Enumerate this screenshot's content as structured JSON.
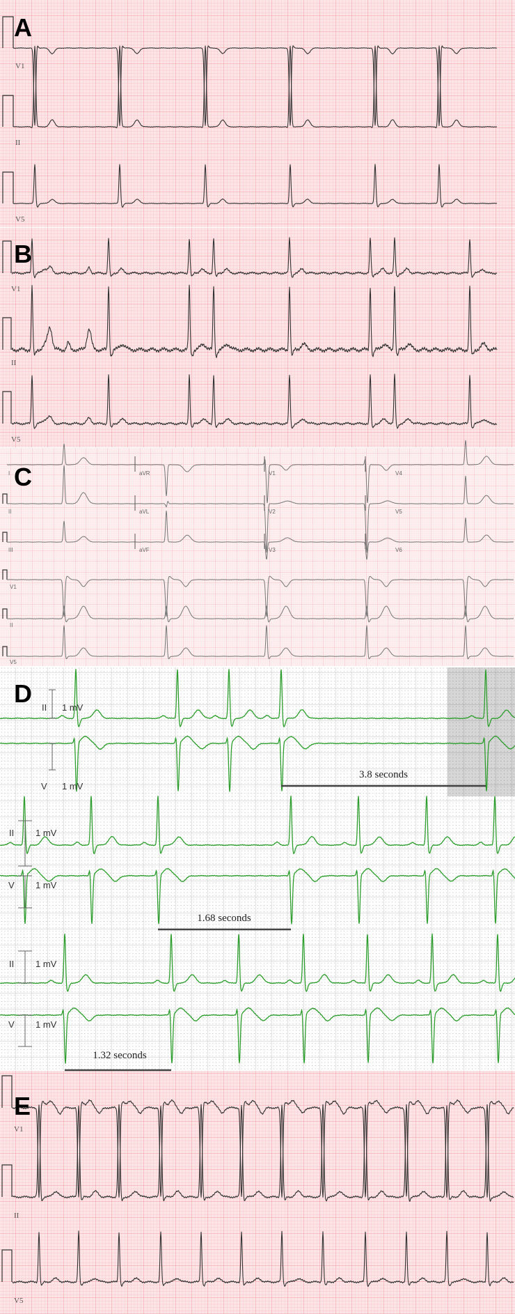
{
  "colors": {
    "ecg_paper": "#fde4e6",
    "grid_major": "#f39aa2",
    "trace": "#333333",
    "monitor_trace": "#2e9e2e"
  },
  "panels": {
    "A": {
      "letter": "A",
      "leads": [
        "V1",
        "II",
        "V5"
      ]
    },
    "B": {
      "letter": "B",
      "leads": [
        "V1",
        "II",
        "V5"
      ]
    },
    "C": {
      "letter": "C",
      "leads_12": [
        "I",
        "aVR",
        "V1",
        "V4",
        "II",
        "aVL",
        "V2",
        "V5",
        "III",
        "aVF",
        "V3",
        "V6"
      ],
      "rhythm_leads": [
        "V1",
        "II",
        "V5"
      ]
    },
    "D": {
      "letter": "D",
      "strips": [
        {
          "leads": [
            "II",
            "V"
          ],
          "calibration": [
            "1 mV",
            "1 mV"
          ],
          "interval": "3.8 seconds"
        },
        {
          "leads": [
            "II",
            "V"
          ],
          "calibration": [
            "1 mV",
            "1 mV"
          ],
          "interval": "1.68 seconds"
        },
        {
          "leads": [
            "II",
            "V"
          ],
          "calibration": [
            "1 mV",
            "1 mV"
          ],
          "interval": "1.32 seconds"
        }
      ]
    },
    "E": {
      "letter": "E",
      "leads": [
        "V1",
        "II",
        "V5"
      ]
    }
  }
}
